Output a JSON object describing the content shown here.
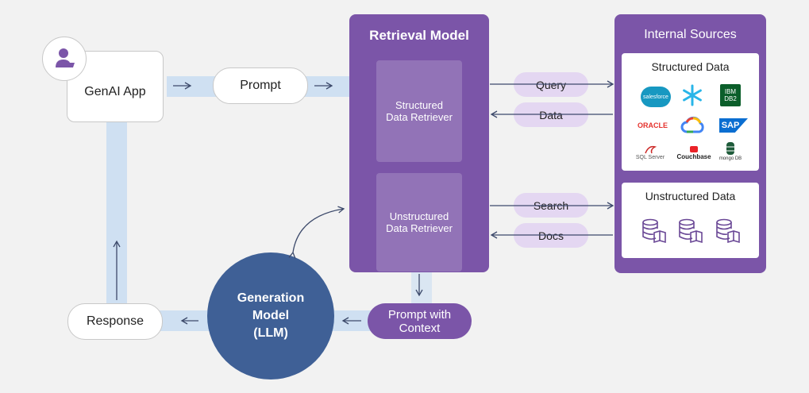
{
  "colors": {
    "background": "#f2f2f2",
    "purple": "#7b55a8",
    "lavender": "#e4d7f2",
    "flow_blue": "#c9ddf2",
    "llm_blue": "#3f6096",
    "arrow": "#3d4a6b"
  },
  "app": {
    "label": "GenAI App",
    "icon": "user-icon"
  },
  "prompt": {
    "label": "Prompt"
  },
  "response": {
    "label": "Response"
  },
  "retrieval": {
    "title": "Retrieval Model",
    "structured_retriever": [
      "Structured",
      "Data Retriever"
    ],
    "unstructured_retriever": [
      "Unstructured",
      "Data Retriever"
    ]
  },
  "connectors": {
    "query": "Query",
    "data": "Data",
    "search": "Search",
    "docs": "Docs"
  },
  "sources": {
    "title": "Internal Sources",
    "structured": {
      "title": "Structured Data",
      "logos": [
        "salesforce",
        "snowflake",
        "IBM DB2",
        "ORACLE",
        "google-cloud",
        "SAP",
        "SQL Server",
        "Couchbase",
        "mongo DB"
      ]
    },
    "unstructured": {
      "title": "Unstructured Data",
      "icons": [
        "database-docs-icon",
        "database-docs-icon",
        "database-docs-icon"
      ]
    }
  },
  "llm": {
    "lines": [
      "Generation",
      "Model",
      "(LLM)"
    ]
  },
  "prompt_context": {
    "lines": [
      "Prompt with",
      "Context"
    ]
  }
}
